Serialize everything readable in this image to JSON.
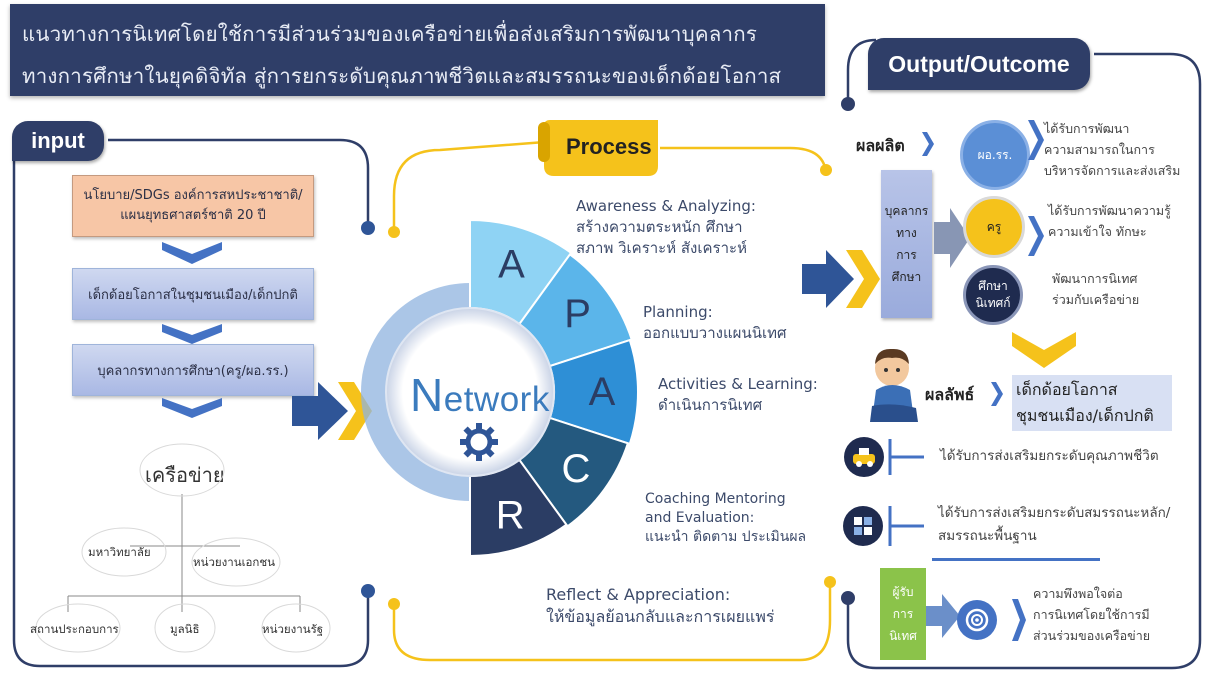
{
  "header": {
    "line1": "แนวทางการนิเทศโดยใช้การมีส่วนร่วมของเครือข่ายเพื่อส่งเสริมการพัฒนาบุคลากร",
    "line2": "ทางการศึกษาในยุคดิจิทัล สู่การยกระดับคุณภาพชีวิตและสมรรถนะของเด็กด้อยโอกาส"
  },
  "input": {
    "label": "input",
    "box_policy_line1": "นโยบาย/SDGs องค์การสหประชาชาติ/",
    "box_policy_line2": "แผนยุทธศาสตร์ชาติ 20 ปี",
    "box_children": "เด็กด้อยโอกาสในชุมชนเมือง/เด็กปกติ",
    "box_staff": "บุคลากรทางการศึกษา(ครู/ผอ.รร.)",
    "network_title": "เครือข่าย",
    "nodes": [
      "มหาวิทยาลัย",
      "หน่วยงานเอกชน",
      "สถานประกอบการ",
      "มูลนิธิ",
      "หน่วยงานรัฐ"
    ]
  },
  "process": {
    "label": "Process",
    "center_first": "N",
    "center_rest": "etwork",
    "letters": [
      "A",
      "P",
      "A",
      "C",
      "R"
    ],
    "steps": [
      {
        "en": "Awareness & Analyzing:",
        "th1": "สร้างความตระหนัก ศึกษา",
        "th2": "สภาพ วิเคราะห์ สังเคราะห์"
      },
      {
        "en": "Planning:",
        "th1": "ออกแบบวางแผนนิเทศ"
      },
      {
        "en": "Activities & Learning:",
        "th1": "ดำเนินการนิเทศ"
      },
      {
        "en1": "Coaching Mentoring",
        "en2": "and Evaluation:",
        "th1": "แนะนำ ติดตาม ประเมินผล"
      },
      {
        "en": "Reflect & Appreciation:",
        "th1": "ให้ข้อมูลย้อนกลับและการเผยแพร่"
      }
    ]
  },
  "output": {
    "label": "Output/Outcome",
    "output_head": "ผลผลิต",
    "staff_lines": [
      "บุคลากร",
      "ทาง",
      "การ",
      "ศึกษา"
    ],
    "circle1": "ผอ.รร.",
    "circle2": "ครู",
    "circle3_l1": "ศึกษา",
    "circle3_l2": "นิเทศก์",
    "r1_l1": "ได้รับการพัฒนา",
    "r1_l2": "ความสามารถในการ",
    "r1_l3": "บริหารจัดการและส่งเสริม",
    "r2_l1": "ได้รับการพัฒนาความรู้",
    "r2_l2": "ความเข้าใจ ทักษะ",
    "r3_l1": "พัฒนาการนิเทศ",
    "r3_l2": "ร่วมกับเครือข่าย",
    "outcome_head": "ผลลัพธ์",
    "child_l1": "เด็กด้อยโอกาส",
    "child_l2": "ชุมชนเมือง/เด็กปกติ",
    "o1": "ได้รับการส่งเสริมยกระดับคุณภาพชีวิต",
    "o2_l1": "ได้รับการส่งเสริมยกระดับสมรรถนะหลัก/",
    "o2_l2": "สมรรถนะพื้นฐาน",
    "sat_lines": [
      "ผู้รับ",
      "การ",
      "นิเทศ"
    ],
    "sat_l1": "ความพึงพอใจต่อ",
    "sat_l2": "การนิเทศโดยใช้การมี",
    "sat_l3": "ส่วนร่วมของเครือข่าย"
  },
  "colors": {
    "navy": "#2f3e68",
    "gold": "#f5c21b",
    "blue_arrow": "#2f5597",
    "chevron_blue": "#4472c4"
  }
}
